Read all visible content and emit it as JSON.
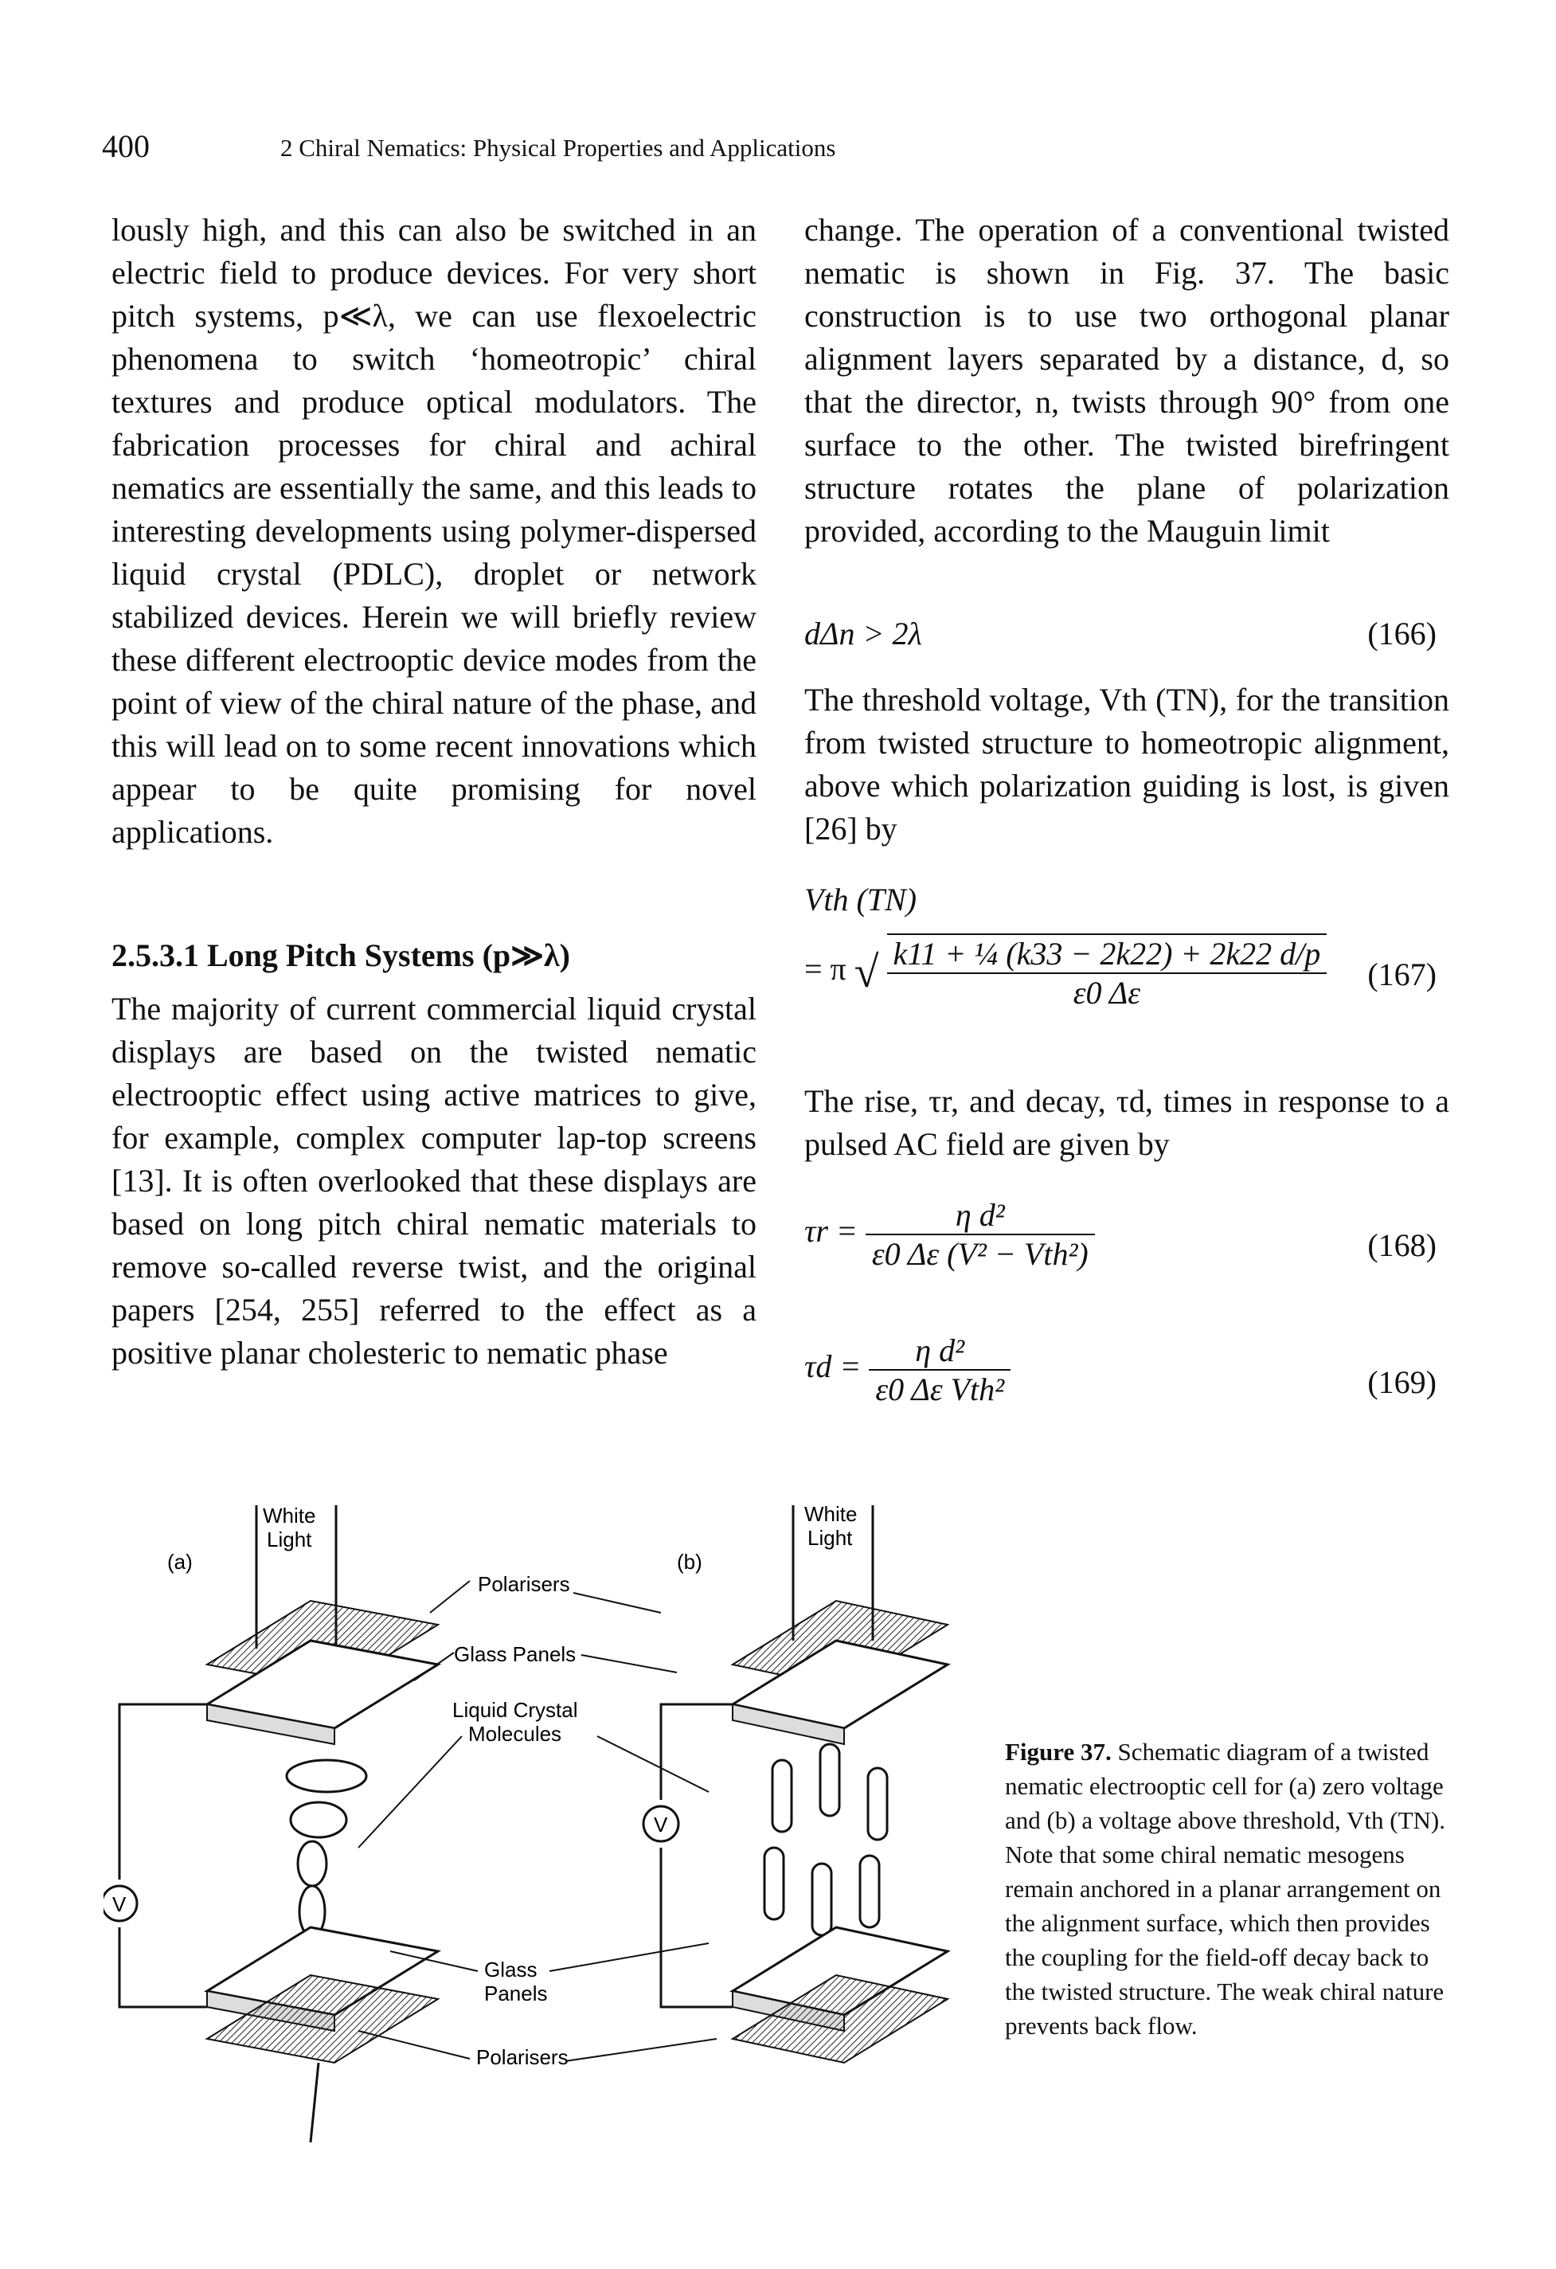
{
  "header": {
    "page_number": "400",
    "running_title": "2 Chiral Nematics: Physical Properties and Applications"
  },
  "left_column": {
    "paragraph1": "lously high, and this can also be switched in an electric field to produce devices. For very short pitch systems, p≪λ, we can use flexoelectric phenomena to switch ‘homeotropic’ chiral textures and produce optical modulators. The fabrication processes for chiral and achiral nematics are essentially the same, and this leads to interesting developments using polymer-dispersed liquid crystal (PDLC), droplet or network stabilized devices. Herein we will briefly review these different electrooptic device modes from the point of view of the chiral nature of the phase, and this will lead on to some recent innovations which appear to be quite promising for novel applications.",
    "section_heading": "2.5.3.1 Long Pitch Systems (p≫λ)",
    "paragraph2": "The majority of current commercial liquid crystal displays are based on the twisted nematic electrooptic effect using active matrices to give, for example, complex computer lap-top screens [13]. It is often overlooked that these displays are based on long pitch chiral nematic materials to remove so-called reverse twist, and the original papers [254, 255] referred to the effect as a positive planar cholesteric to nematic phase"
  },
  "right_column": {
    "paragraph1": "change. The operation of a conventional twisted nematic is shown in Fig. 37. The basic construction is to use two orthogonal planar alignment layers separated by a distance, d, so that the director, n, twists through 90° from one surface to the other. The twisted birefringent structure rotates the plane of polarization provided, according to the Mauguin limit",
    "eq166": {
      "expr": "dΔn > 2λ",
      "number": "(166)"
    },
    "paragraph2": "The threshold voltage, Vth (TN), for the transition from twisted structure to homeotropic alignment, above which polarization guiding is lost, is given [26] by",
    "eq167": {
      "lhs": "Vth (TN)",
      "prefix": "= π",
      "numerator": "k11 + ¼ (k33 − 2k22) + 2k22 d/p",
      "denominator": "ε0 Δε",
      "number": "(167)"
    },
    "paragraph3": "The rise, τr, and decay, τd, times in response to a pulsed AC field are given by",
    "eq168": {
      "lhs": "τr =",
      "numerator": "η d²",
      "denominator": "ε0 Δε (V² − Vth²)",
      "number": "(168)"
    },
    "eq169": {
      "lhs": "τd =",
      "numerator": "η d²",
      "denominator": "ε0 Δε Vth²",
      "number": "(169)"
    }
  },
  "figure": {
    "labels": {
      "panel_a": "(a)",
      "panel_b": "(b)",
      "white_light_a_1": "White",
      "white_light_a_2": "Light",
      "white_light_b_1": "White",
      "white_light_b_2": "Light",
      "polarisers_top": "Polarisers",
      "glass_panels_top": "Glass Panels",
      "lc_molecules_1": "Liquid Crystal",
      "lc_molecules_2": "Molecules",
      "glass_panels_bottom_1": "Glass",
      "glass_panels_bottom_2": "Panels",
      "polarisers_bottom": "Polarisers",
      "voltmeter": "V"
    },
    "caption_label": "Figure 37.",
    "caption_text": "Schematic diagram of a twisted nematic electrooptic cell for (a) zero voltage and (b) a voltage above threshold, Vth (TN). Note that some chiral nematic mesogens remain anchored in a planar arrangement on the alignment surface, which then provides the coupling for the field-off decay back to the twisted structure. The weak chiral nature prevents back flow."
  }
}
